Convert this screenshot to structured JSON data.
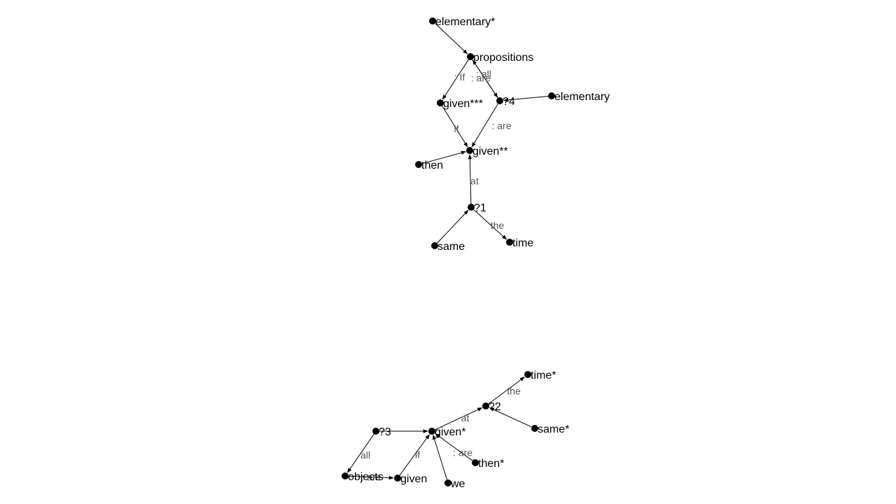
{
  "graph": {
    "nodes": [
      {
        "id": "elementary_star",
        "label": "elementary*"
      },
      {
        "id": "propositions",
        "label": "propositions"
      },
      {
        "id": "q4",
        "label": "?4"
      },
      {
        "id": "elementary",
        "label": "elementary"
      },
      {
        "id": "given3",
        "label": "given***"
      },
      {
        "id": "given2",
        "label": "given**"
      },
      {
        "id": "then",
        "label": "then"
      },
      {
        "id": "q1",
        "label": "?1"
      },
      {
        "id": "same",
        "label": "same"
      },
      {
        "id": "time",
        "label": "time"
      },
      {
        "id": "time_star",
        "label": "time*"
      },
      {
        "id": "q2",
        "label": "?2"
      },
      {
        "id": "same_star",
        "label": "same*"
      },
      {
        "id": "q3",
        "label": "?3"
      },
      {
        "id": "given1",
        "label": "given*"
      },
      {
        "id": "then_star",
        "label": "then*"
      },
      {
        "id": "objects",
        "label": "objects"
      },
      {
        "id": "given",
        "label": "given"
      },
      {
        "id": "we",
        "label": "we"
      }
    ],
    "edges": [
      {
        "from": "elementary_star",
        "to": "propositions",
        "label": ""
      },
      {
        "from": "propositions",
        "to": "given3",
        "label": ": If"
      },
      {
        "from": "q4",
        "to": "propositions",
        "label": ": all"
      },
      {
        "from": "propositions",
        "to": "q4",
        "label": ": are"
      },
      {
        "from": "elementary",
        "to": "q4",
        "label": ""
      },
      {
        "from": "given3",
        "to": "given2",
        "label": "if"
      },
      {
        "from": "q4",
        "to": "given2",
        "label": ": are"
      },
      {
        "from": "then",
        "to": "given2",
        "label": ""
      },
      {
        "from": "q1",
        "to": "given2",
        "label": "at"
      },
      {
        "from": "same",
        "to": "q1",
        "label": ""
      },
      {
        "from": "q1",
        "to": "time",
        "label": "the"
      },
      {
        "from": "q2",
        "to": "time_star",
        "label": "the"
      },
      {
        "from": "same_star",
        "to": "q2",
        "label": ""
      },
      {
        "from": "given1",
        "to": "q2",
        "label": "at"
      },
      {
        "from": "q3",
        "to": "given1",
        "label": ""
      },
      {
        "from": "q3",
        "to": "objects",
        "label": "all"
      },
      {
        "from": "objects",
        "to": "given",
        "label": ": are"
      },
      {
        "from": "given",
        "to": "given1",
        "label": "if"
      },
      {
        "from": "then_star",
        "to": "given1",
        "label": ": are"
      },
      {
        "from": "we",
        "to": "given1",
        "label": ""
      }
    ]
  }
}
